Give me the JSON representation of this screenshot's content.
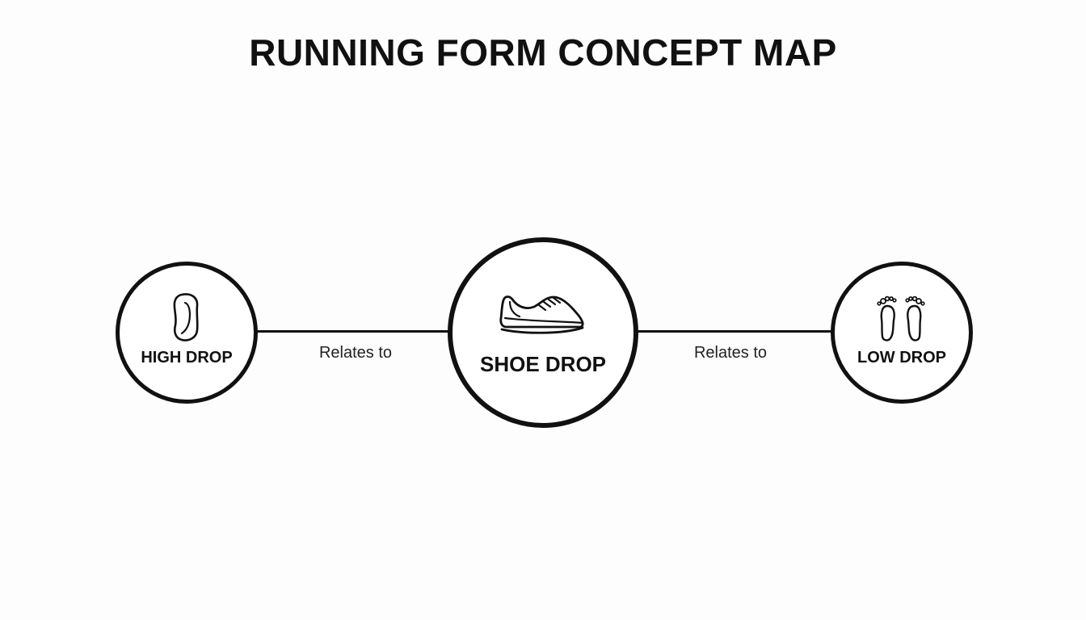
{
  "title": "RUNNING FORM CONCEPT MAP",
  "nodes": {
    "left": {
      "label": "HIGH DROP",
      "icon": "insole-icon"
    },
    "center": {
      "label": "SHOE DROP",
      "icon": "shoe-icon"
    },
    "right": {
      "label": "LOW DROP",
      "icon": "footprints-icon"
    }
  },
  "edges": [
    {
      "from": "center",
      "to": "left",
      "label": "Relates to"
    },
    {
      "from": "center",
      "to": "right",
      "label": "Relates to"
    }
  ]
}
